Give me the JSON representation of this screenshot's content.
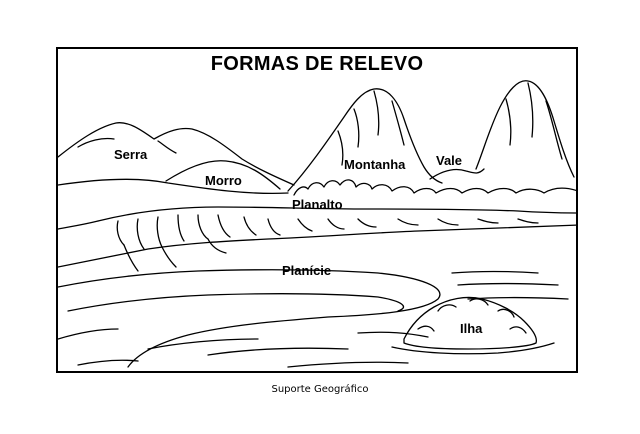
{
  "title": "FORMAS DE RELEVO",
  "labels": {
    "serra": "Serra",
    "morro": "Morro",
    "montanha": "Montanha",
    "vale": "Vale",
    "planalto": "Planalto",
    "planicie": "Planície",
    "ilha": "Ilha"
  },
  "caption": "Suporte Geográfico",
  "colors": {
    "line": "#000000",
    "background": "#ffffff"
  }
}
